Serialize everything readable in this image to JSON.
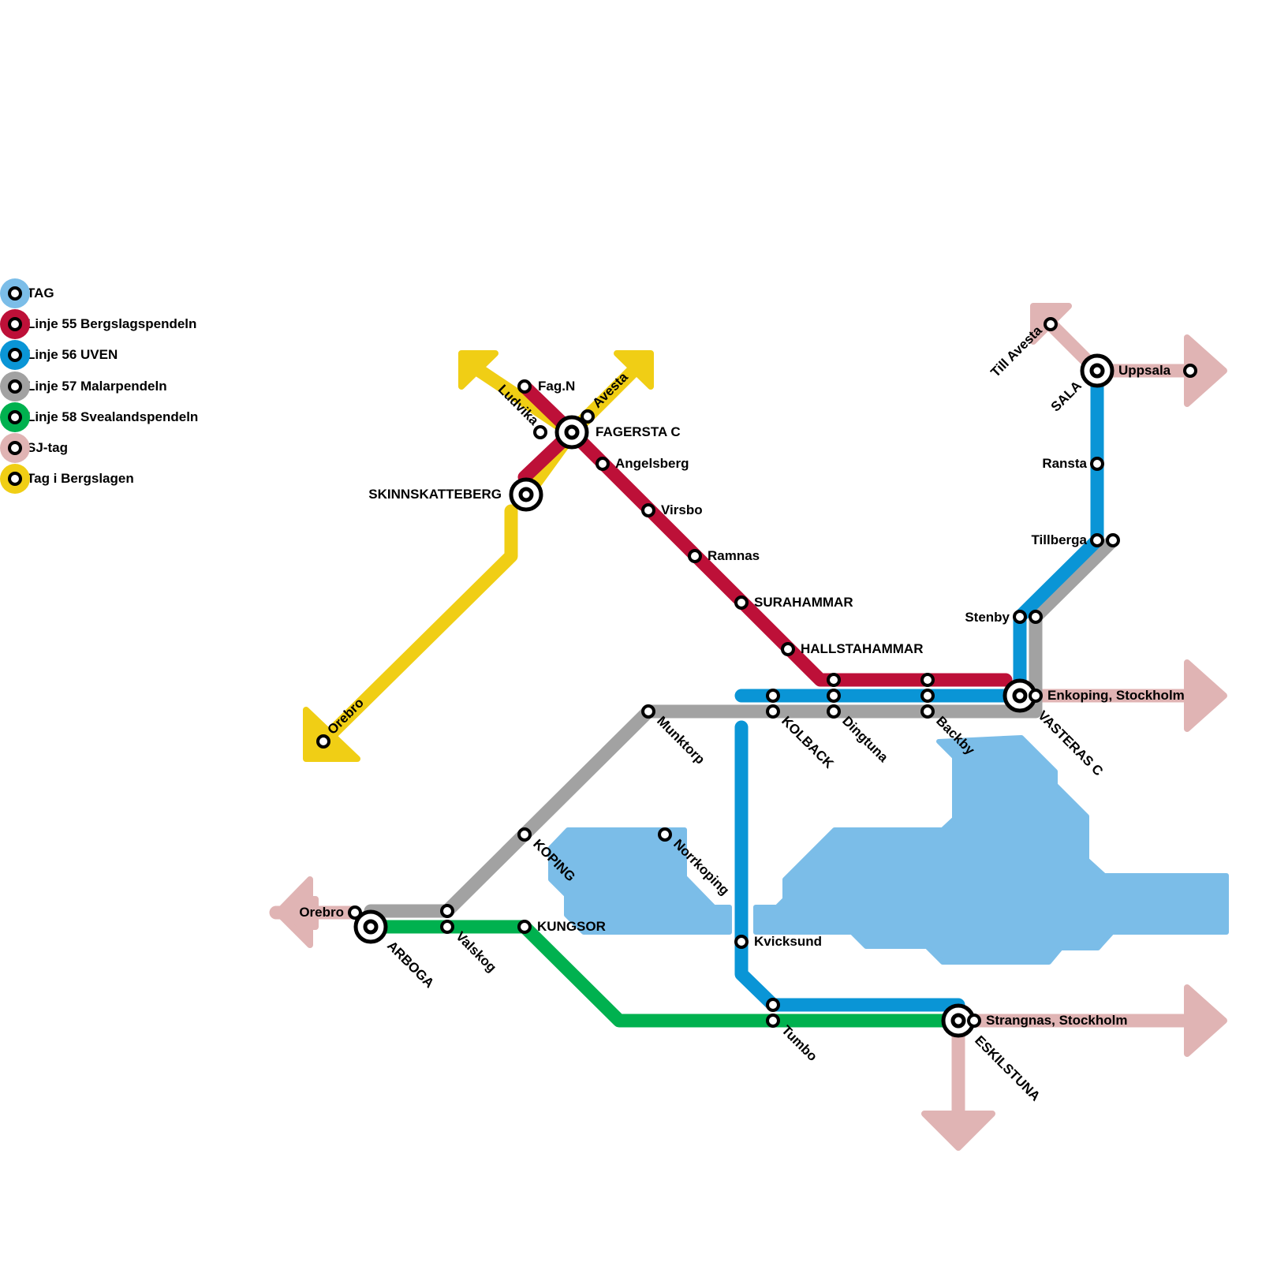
{
  "colors": {
    "lake": "#7bbde8",
    "linje55": "#bd1038",
    "linje56": "#0a95d6",
    "linje57": "#a2a2a2",
    "linje58": "#00b14f",
    "sj": "#e0b4b4",
    "bergslagen": "#f0ce15"
  },
  "legend": [
    {
      "label": "TAG",
      "color": "#7bbde8"
    },
    {
      "label": "Linje 55 Bergslagspendeln",
      "color": "#bd1038"
    },
    {
      "label": "Linje 56 UVEN",
      "color": "#0a95d6"
    },
    {
      "label": "Linje 57 Malarpendeln",
      "color": "#a2a2a2"
    },
    {
      "label": "Linje 58 Svealandspendeln",
      "color": "#00b14f"
    },
    {
      "label": "SJ-tag",
      "color": "#e0b4b4"
    },
    {
      "label": "Tag i Bergslagen",
      "color": "#f0ce15"
    }
  ],
  "stations": {
    "orebro_n": "Orebro",
    "fag_n": "Fag.N",
    "ludvika": "Ludvika",
    "avesta": "Avesta",
    "fagersta": "FAGERSTA C",
    "skinnskatteberg": "SKINNSKATTEBERG",
    "angelsberg": "Angelsberg",
    "virsbo": "Virsbo",
    "ramnas": "Ramnas",
    "surahammar": "SURAHAMMAR",
    "hallstahammar": "HALLSTAHAMMAR",
    "kolback": "KOLBACK",
    "dingtuna": "Dingtuna",
    "backby": "Backby",
    "vasteras": "VASTERAS C",
    "enkoping": "Enkoping, Stockholm",
    "stenby": "Stenby",
    "tillberga": "Tillberga",
    "ransta": "Ransta",
    "sala": "SALA",
    "uppsala": "Uppsala",
    "till_avesta": "Till Avesta",
    "munktorp": "Munktorp",
    "koping": "KOPING",
    "norrkoping": "Norrkoping",
    "orebro_w": "Orebro",
    "arboga": "ARBOGA",
    "valskog": "Valskog",
    "kungsor": "KUNGSOR",
    "kvicksund": "Kvicksund",
    "tumbo": "Tumbo",
    "eskilstuna": "ESKILSTUNA",
    "strangnas": "Strangnas, Stockholm"
  }
}
